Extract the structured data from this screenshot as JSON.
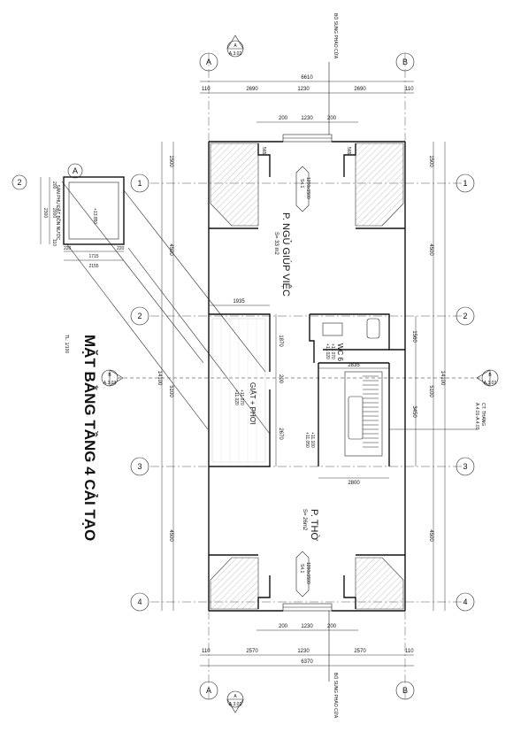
{
  "title": {
    "main": "MẶT BẰNG TẦNG 4 CẢI TẠO",
    "scale": "TL: 1/100"
  },
  "grid_letters": {
    "a": "A",
    "b": "B"
  },
  "grid_numbers": {
    "n1": "1",
    "n2": "2",
    "n3": "3",
    "n4": "4"
  },
  "section_tags": {
    "a": "A",
    "a_ref": "A.3.02",
    "b": "B",
    "b_ref": "A.3.03"
  },
  "notes": {
    "window_top": "BỔ SUNG PHÁO CỬA",
    "window_bottom": "BỔ SUNG PHÁO CỬA",
    "stair_detail": "CT. THANG",
    "stair_detail_ref": "A.4.01-A.4.03",
    "tank_note": "SÀN PHỤ ĐẶT BỒN NƯỚC",
    "tank_level": "+13.850"
  },
  "rooms": {
    "maid": {
      "name": "P. NGỦ GIÚP VIỆC",
      "area": "S= 33 m2"
    },
    "wc": {
      "name": "WC 6",
      "level1": "+11.070",
      "level2": "+11.020"
    },
    "laundry": {
      "name": "GIẶT + PHƠI",
      "level1": "+11.070",
      "level2": "+11.020"
    },
    "stair": {
      "level1": "+11.100",
      "level2": "+11.050"
    },
    "worship": {
      "name": "P. THỜ",
      "area": "S= 26m2"
    }
  },
  "window_tags": {
    "s1_code": "S4.1",
    "s1_size": "1200x1500",
    "s2_code": "S4.1",
    "s2_size": "1200x1500"
  },
  "dims_horizontal": {
    "top_total": "6610",
    "top_a": "110",
    "top_b": "2690",
    "top_c": "1230",
    "top_d": "2690",
    "top_e": "110",
    "top_win_a": "200",
    "top_win_b": "1230",
    "top_win_c": "200",
    "top_small_a": "565",
    "top_small_b": "565",
    "wall_1935": "1935",
    "wc_2835": "2835",
    "stair_2800": "2800",
    "bot_win_a": "200",
    "bot_win_b": "1230",
    "bot_win_c": "200",
    "bot_a": "110",
    "bot_b": "2570",
    "bot_c": "1230",
    "bot_d": "2570",
    "bot_e": "110",
    "bot_total": "6370",
    "tank_a": "220",
    "tank_b": "1715",
    "tank_c": "220",
    "tank_total": "2155"
  },
  "dims_vertical": {
    "left_1500": "1500",
    "left_4500a": "4500",
    "left_5100": "5100",
    "left_4500b": "4500",
    "left_total": "14100",
    "right_1500": "1500",
    "right_4500a": "4500",
    "right_5100": "5100",
    "right_4500b": "4500",
    "right_total": "14100",
    "right_1560": "1560",
    "right_3450": "3450",
    "c1870": "1870",
    "c200": "200",
    "c2670": "2670",
    "tank_200a": "200",
    "tank_2000": "2000",
    "tank_2300": "2300",
    "tank_110": "110"
  }
}
